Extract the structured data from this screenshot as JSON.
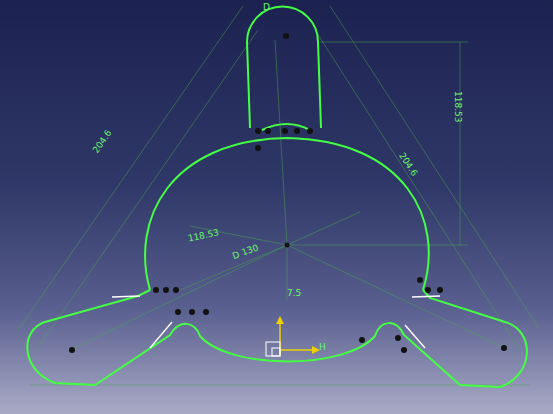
{
  "diagram": {
    "labels": [
      "D",
      "118.53",
      "204.6",
      "204.6",
      "118.53",
      "D 130",
      "7.5",
      "H"
    ]
  }
}
